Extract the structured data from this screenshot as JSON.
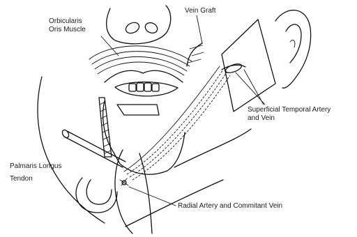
{
  "labels": {
    "orbicularis_line1": "Orbicularis",
    "orbicularis_line2": "Oris Muscle",
    "vein_graft": "Vein Graft",
    "superficial_temporal_line1": "Superficial Temporal Artery",
    "superficial_temporal_line2": "and Vein",
    "palmaris_line1": "Palmaris Longus",
    "palmaris_line2": "Tendon",
    "radial_artery": "Radial Artery and Commitant Vein"
  }
}
